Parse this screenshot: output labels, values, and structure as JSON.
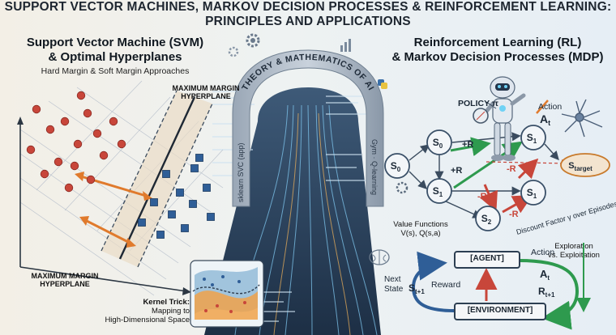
{
  "title": {
    "line1": "SUPPORT VECTOR MACHINES, MARKOV DECISION PROCESSES & REINFORCEMENT LEARNING:",
    "line2": "PRINCIPLES AND APPLICATIONS"
  },
  "svm": {
    "heading1": "Support Vector Machine (SVM)",
    "heading2": "& Optimal Hyperplanes",
    "subtitle": "Hard Margin & Soft Margin Approaches",
    "label_top_1": "MAXIMUM MARGIN",
    "label_top_2": "HYPERPLANE",
    "label_bottom_1": "MAXIMUM MARGIN",
    "label_bottom_2": "HYPERPLANE",
    "kernel_1": "Kernel Trick:",
    "kernel_2": "Mapping to",
    "kernel_3": "High-Dimensional Space"
  },
  "arch": {
    "top_text": "THEORY & MATHEMATICS OF AI",
    "left_text": "sklearn SVC (app)",
    "right_text": "Gym · Q-learning"
  },
  "rl": {
    "heading1": "Reinforcement Learning (RL)",
    "heading2": "& Markov Decision Processes (MDP)",
    "policy": "POLICY π",
    "action_label": "Action",
    "action_symbol": "A",
    "action_sub": "t",
    "states": {
      "s0_left": "S",
      "s0_left_sub": "0",
      "s0_top": "S",
      "s0_top_sub": "0",
      "s1_mid": "S",
      "s1_mid_sub": "1",
      "s1_top_right": "S",
      "s1_top_right_sub": "1",
      "s1_right": "S",
      "s1_right_sub": "1",
      "s2": "S",
      "s2_sub": "2",
      "target": "S",
      "target_sub": "target"
    },
    "rewards": {
      "r1": "+R",
      "r2": "+R",
      "r3": "-R",
      "r4": "-R",
      "r5": "-R",
      "r6": "-R"
    },
    "discount": "Discount Factor γ over Episodes",
    "value_1": "Value Functions",
    "value_2": "V(s), Q(s,a)",
    "exploration_1": "Exploration",
    "exploration_2": "vs. Exploitation"
  },
  "loop": {
    "agent": "[AGENT]",
    "environment": "[ENVIRONMENT]",
    "action": "Action",
    "a": "A",
    "a_sub": "t",
    "r": "R",
    "r_sub": "t+1",
    "reward": "Reward",
    "next_state_1": "Next",
    "next_state_2": "State",
    "s": "S",
    "s_sub": "t+1"
  },
  "colors": {
    "red_point": "#c8463a",
    "blue_point": "#2f5e97",
    "accent_orange": "#e07a2c",
    "node_fill": "#f3f6f9",
    "node_stroke": "#3a5068",
    "green_arrow": "#2e9a4e",
    "red_arrow": "#c8463a"
  },
  "icons": [
    "gear-icon",
    "robot-icon",
    "neuron-icon",
    "chart-icon",
    "python-icon",
    "brain-icon",
    "compass-icon"
  ]
}
